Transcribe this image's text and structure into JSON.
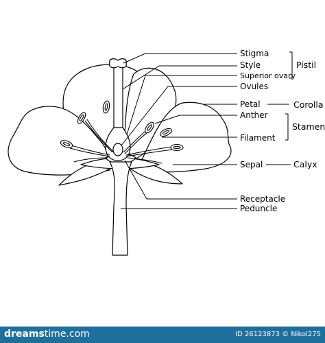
{
  "labels": {
    "stigma": "Stigma",
    "style": "Style",
    "superior_ovary": "Superior ovary",
    "ovules": "Ovules",
    "petal": "Petal",
    "anther": "Anther",
    "filament": "Filament",
    "sepal": "Sepal",
    "receptacle": "Receptacle",
    "peduncle": "Peduncle"
  },
  "groups": {
    "pistil": "Pistil",
    "corolla": "Corolla",
    "stamen": "Stamen",
    "calyx": "Calyx"
  },
  "footer": {
    "brand_main": "dreams",
    "brand_tail": "time.com",
    "image_id": "ID 26123873",
    "author": "Nikol275"
  },
  "colors": {
    "footer_bg": "#1f6f9c",
    "outline": "#000000"
  }
}
